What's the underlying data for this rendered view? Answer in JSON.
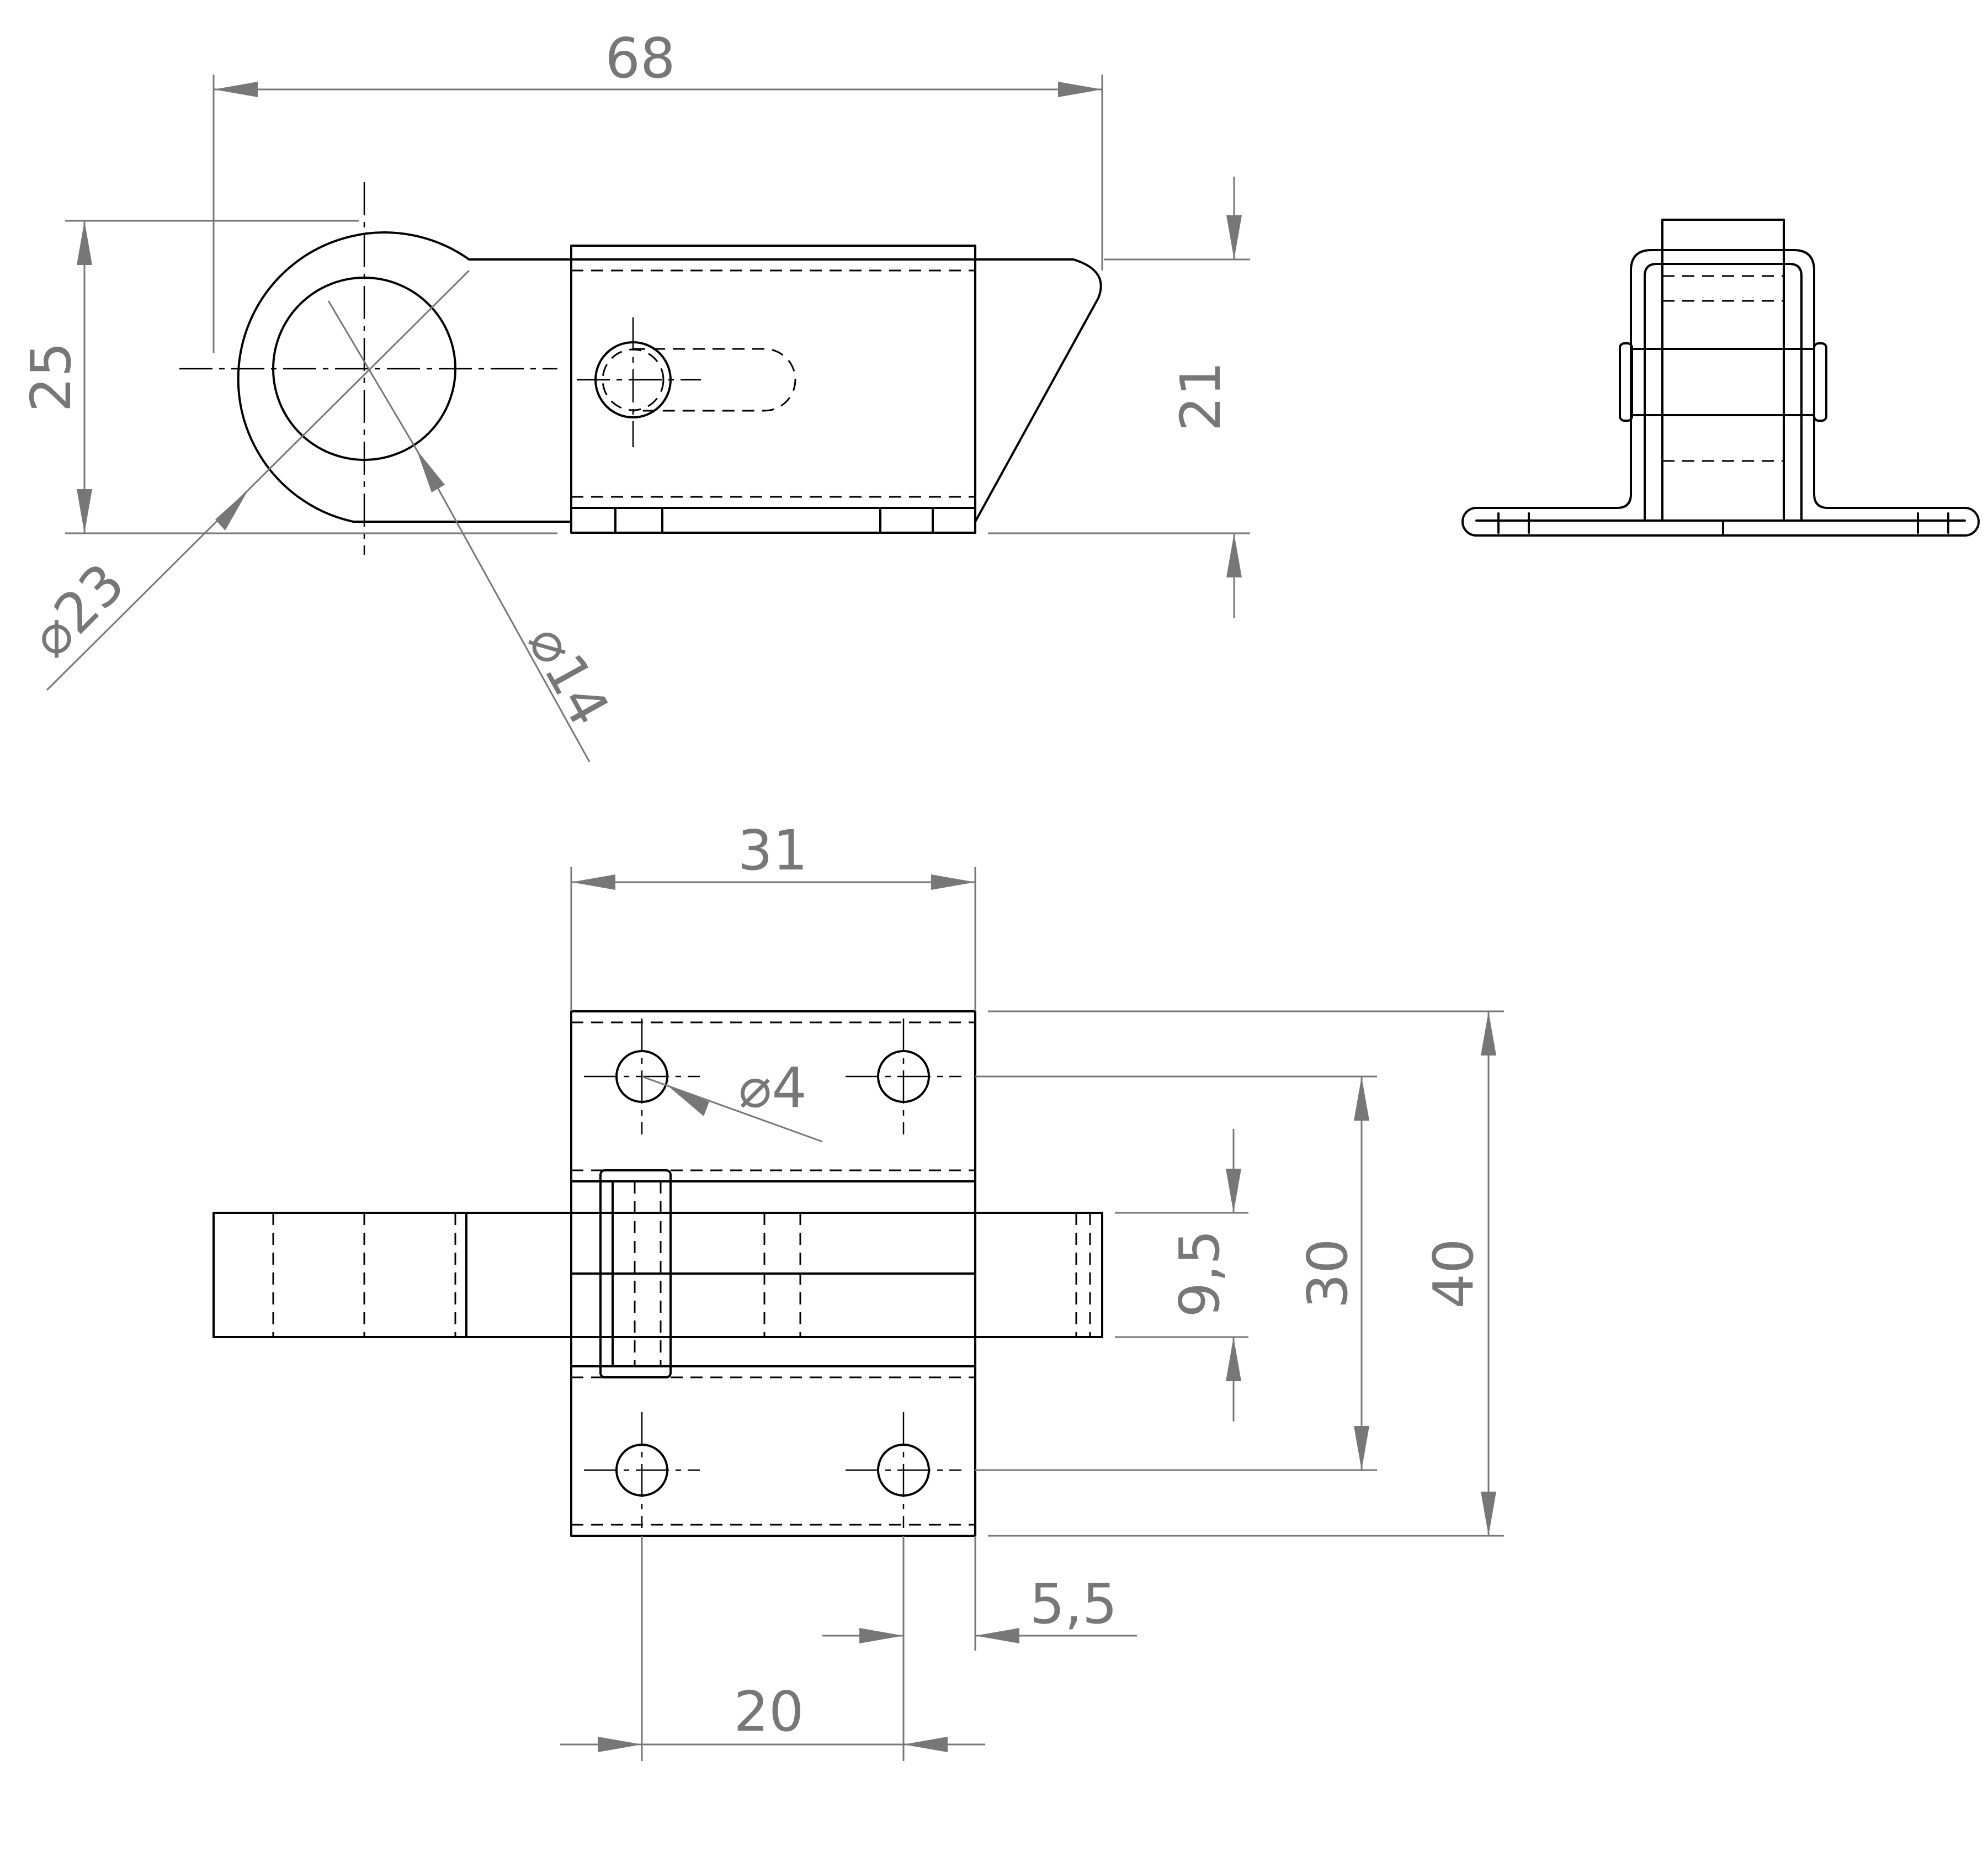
{
  "dimensions": {
    "overall_length": "68",
    "eye_height": "25",
    "eye_outer_diameter": "⌀23",
    "eye_inner_diameter": "⌀14",
    "bracket_height": "21",
    "bracket_width": "31",
    "hole_diameter": "⌀4",
    "plate_width": "40",
    "hole_spacing_vertical": "30",
    "strap_width": "9,5",
    "hole_edge_offset": "5,5",
    "hole_spacing_horizontal": "20"
  }
}
